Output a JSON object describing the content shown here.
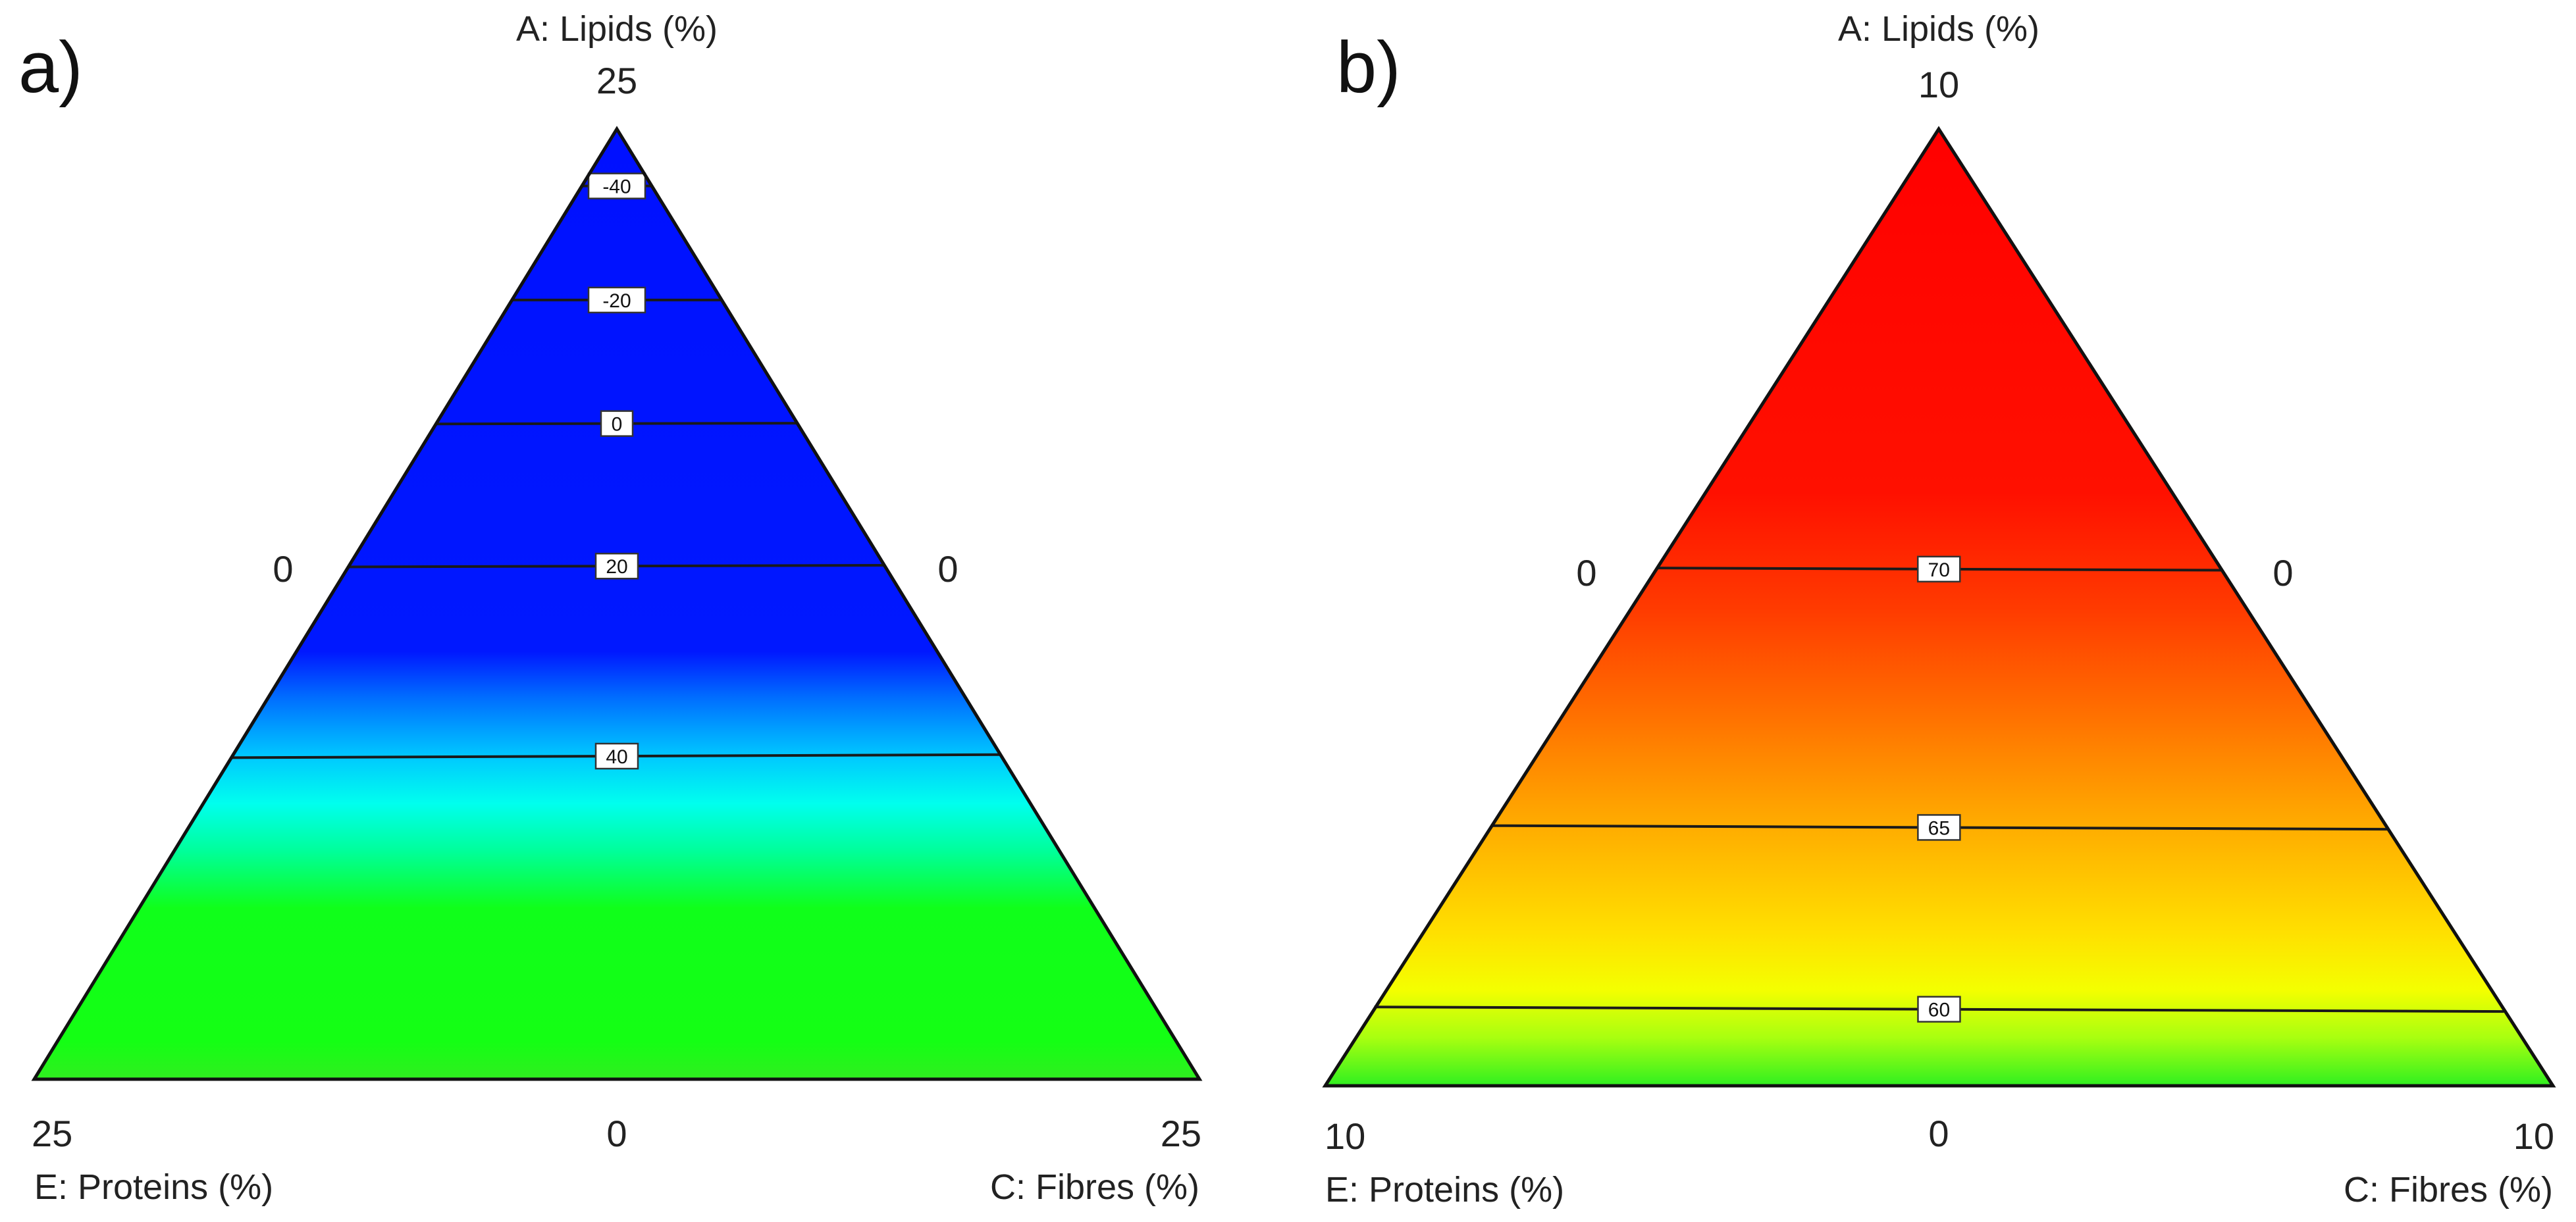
{
  "chart_data": [
    {
      "type": "ternary-contour",
      "panel_label": "a)",
      "vertices": {
        "top": {
          "label": "A: Lipids (%)",
          "max": "25"
        },
        "left": {
          "label": "E: Proteins (%)",
          "max": "25"
        },
        "right": {
          "label": "C: Fibres (%)",
          "max": "25"
        }
      },
      "edge_zero_labels": {
        "left": "0",
        "right": "0",
        "bottom": "0"
      },
      "fill_stops": [
        {
          "t": 0.0,
          "color": "#0010ff"
        },
        {
          "t": 0.55,
          "color": "#0018ff"
        },
        {
          "t": 0.6,
          "color": "#0070ff"
        },
        {
          "t": 0.66,
          "color": "#00c8ff"
        },
        {
          "t": 0.71,
          "color": "#00ffee"
        },
        {
          "t": 0.76,
          "color": "#00ff9a"
        },
        {
          "t": 0.82,
          "color": "#10ff1a"
        },
        {
          "t": 0.96,
          "color": "#14ff14"
        },
        {
          "t": 1.0,
          "color": "#30ee20"
        }
      ],
      "contours": [
        {
          "label": "-40",
          "level": -40,
          "pos": 0.06,
          "tilt": 0.0
        },
        {
          "label": "-20",
          "level": -20,
          "pos": 0.18,
          "tilt": 0.0
        },
        {
          "label": "0",
          "level": 0,
          "pos": 0.31,
          "tilt": -0.002
        },
        {
          "label": "20",
          "level": 20,
          "pos": 0.46,
          "tilt": -0.003
        },
        {
          "label": "40",
          "level": 40,
          "pos": 0.66,
          "tilt": -0.004
        }
      ]
    },
    {
      "type": "ternary-contour",
      "panel_label": "b)",
      "vertices": {
        "top": {
          "label": "A: Lipids (%)",
          "max": "10"
        },
        "left": {
          "label": "E: Proteins (%)",
          "max": "10"
        },
        "right": {
          "label": "C: Fibres (%)",
          "max": "10"
        }
      },
      "edge_zero_labels": {
        "left": "0",
        "right": "0",
        "bottom": "0"
      },
      "fill_stops": [
        {
          "t": 0.0,
          "color": "#ff0000"
        },
        {
          "t": 0.38,
          "color": "#ff1000"
        },
        {
          "t": 0.5,
          "color": "#ff3a00"
        },
        {
          "t": 0.6,
          "color": "#ff6a00"
        },
        {
          "t": 0.72,
          "color": "#ffa800"
        },
        {
          "t": 0.84,
          "color": "#ffe000"
        },
        {
          "t": 0.9,
          "color": "#f4ff00"
        },
        {
          "t": 0.95,
          "color": "#a8ff10"
        },
        {
          "t": 1.0,
          "color": "#30f020"
        }
      ],
      "contours": [
        {
          "label": "70",
          "level": 70,
          "pos": 0.46,
          "tilt": 0.004
        },
        {
          "label": "65",
          "level": 65,
          "pos": 0.73,
          "tilt": 0.004
        },
        {
          "label": "60",
          "level": 60,
          "pos": 0.92,
          "tilt": 0.004
        }
      ]
    }
  ]
}
